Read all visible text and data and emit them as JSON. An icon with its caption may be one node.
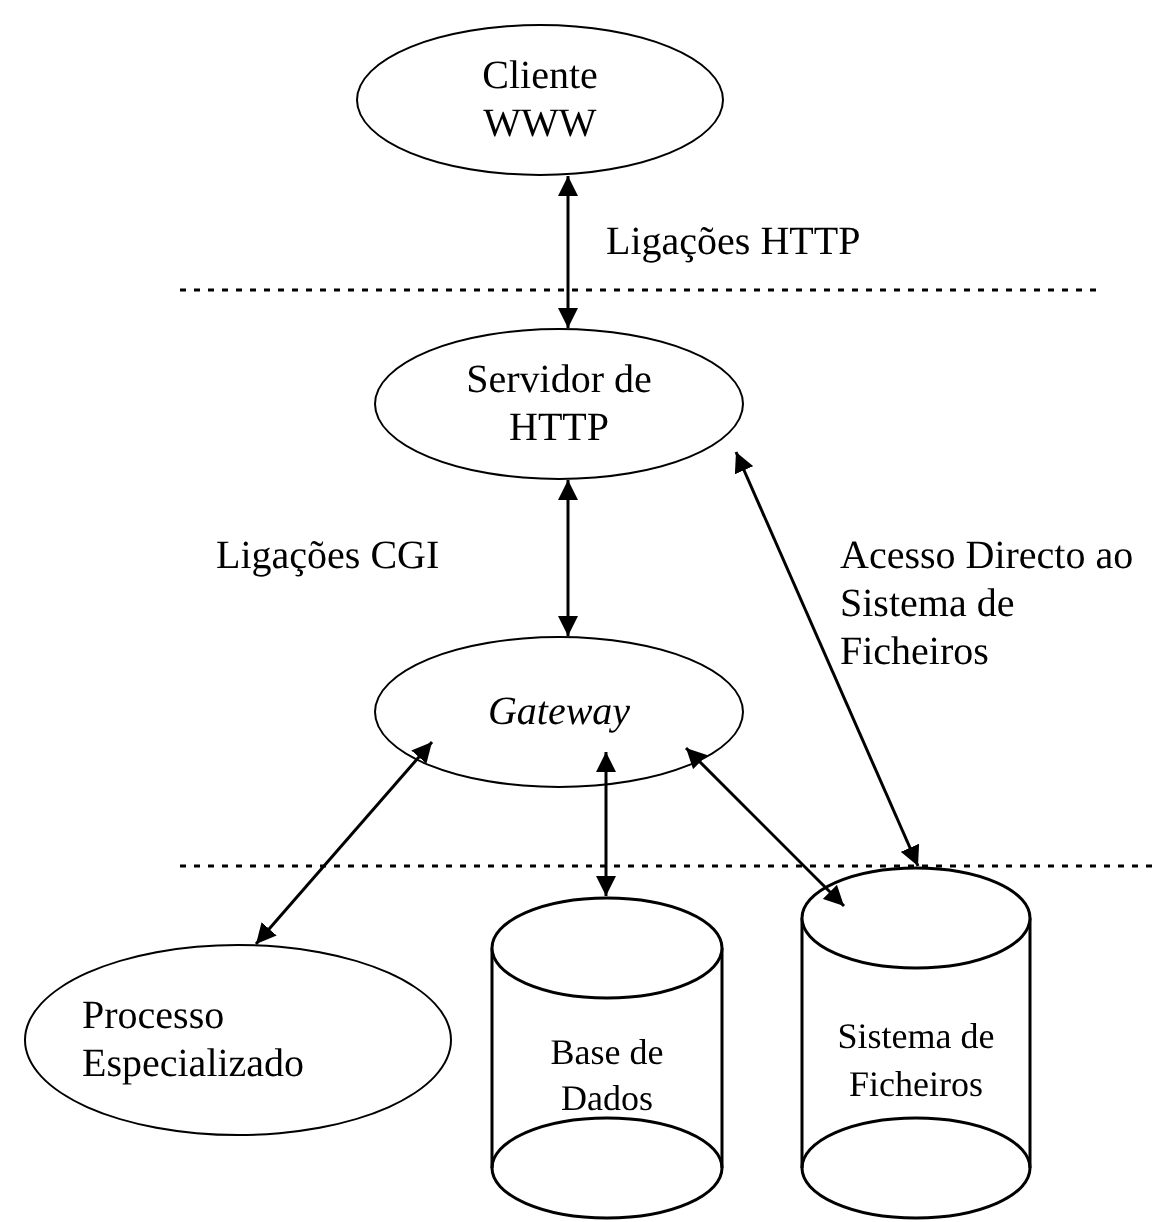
{
  "diagram": {
    "nodes": [
      {
        "text": [
          "Cliente WWW"
        ]
      },
      {
        "text": [
          "Servidor de HTTP"
        ]
      },
      {
        "text": [
          "Gateway"
        ]
      },
      {
        "text": [
          "Processo Especializado"
        ]
      },
      {
        "text": [
          "Base de Dados"
        ]
      },
      {
        "text": [
          "Sistema de Ficheiros"
        ]
      }
    ],
    "edges": [
      {
        "from": 0,
        "to": 1,
        "arrow": "both",
        "label": "Ligações HTTP"
      },
      {
        "from": 1,
        "to": 2,
        "arrow": "both",
        "label": "Ligações CGI"
      },
      {
        "from": 1,
        "to": 5,
        "arrow": "both",
        "label": "Acesso Directo ao Sistema de Ficheiros"
      },
      {
        "from": 2,
        "to": 3,
        "arrow": "both"
      },
      {
        "from": 2,
        "to": 4,
        "arrow": "both"
      },
      {
        "from": 2,
        "to": 5,
        "arrow": "both"
      }
    ]
  }
}
